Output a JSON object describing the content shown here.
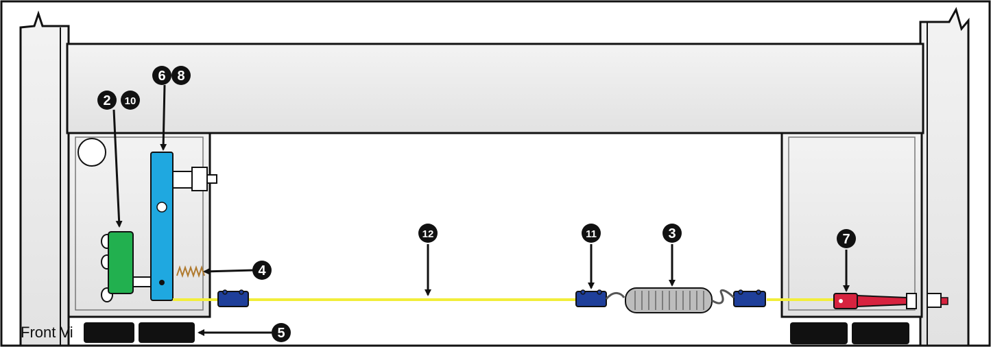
{
  "caption": "Front Vi",
  "callouts": [
    "2",
    "10",
    "6",
    "8",
    "4",
    "5",
    "12",
    "11",
    "3",
    "7"
  ],
  "colors": {
    "frame": "#111111",
    "panel": "#e9e9e9",
    "green_part": "#22b04f",
    "blue_part": "#1fa8e0",
    "cable": "#f2ee3a",
    "clip": "#1f3f9a",
    "spring": "#b8b8b8",
    "handle": "#d7233f",
    "foot": "#111111"
  },
  "icons": [
    "callout-badge",
    "arrow-down",
    "arrow-left"
  ]
}
